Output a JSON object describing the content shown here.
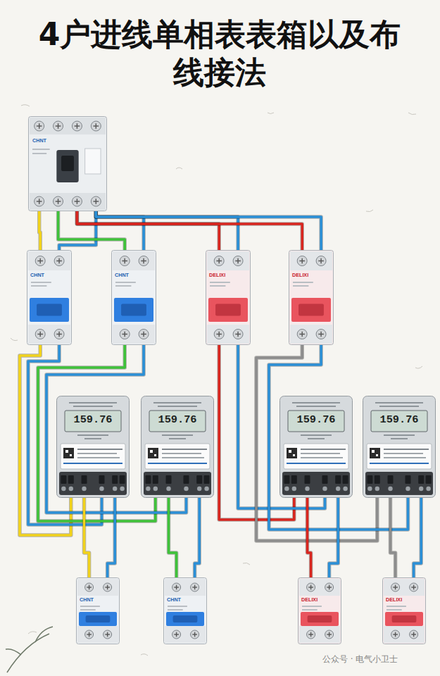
{
  "diagram": {
    "title": "4户进线单相表表箱以及布线接法",
    "nodes": [
      {
        "text": [
          "CHNT"
        ]
      },
      {
        "text": [
          "CHNT"
        ]
      },
      {
        "text": [
          "CHNT"
        ]
      },
      {
        "text": [
          "DELIXI"
        ]
      },
      {
        "text": [
          "DELIXI"
        ]
      },
      {
        "text": [
          "159.76"
        ]
      },
      {
        "text": [
          "159.76"
        ]
      },
      {
        "text": [
          "159.76"
        ]
      },
      {
        "text": [
          "159.76"
        ]
      },
      {
        "text": [
          "CHNT"
        ]
      },
      {
        "text": [
          "CHNT"
        ]
      },
      {
        "text": [
          "DELIXI"
        ]
      },
      {
        "text": [
          "DELIXI"
        ]
      }
    ],
    "edges": [
      {
        "from": 0,
        "to": 1,
        "arrow": "none"
      },
      {
        "from": 0,
        "to": 2,
        "arrow": "none"
      },
      {
        "from": 0,
        "to": 3,
        "arrow": "none"
      },
      {
        "from": 0,
        "to": 4,
        "arrow": "none"
      },
      {
        "from": 1,
        "to": 5,
        "arrow": "none"
      },
      {
        "from": 2,
        "to": 6,
        "arrow": "none"
      },
      {
        "from": 3,
        "to": 7,
        "arrow": "none"
      },
      {
        "from": 4,
        "to": 8,
        "arrow": "none"
      },
      {
        "from": 5,
        "to": 9,
        "arrow": "none"
      },
      {
        "from": 6,
        "to": 10,
        "arrow": "none"
      },
      {
        "from": 7,
        "to": 11,
        "arrow": "none"
      },
      {
        "from": 8,
        "to": 12,
        "arrow": "none"
      }
    ],
    "labels": [
      "公众号 · 电气小卫士"
    ]
  }
}
